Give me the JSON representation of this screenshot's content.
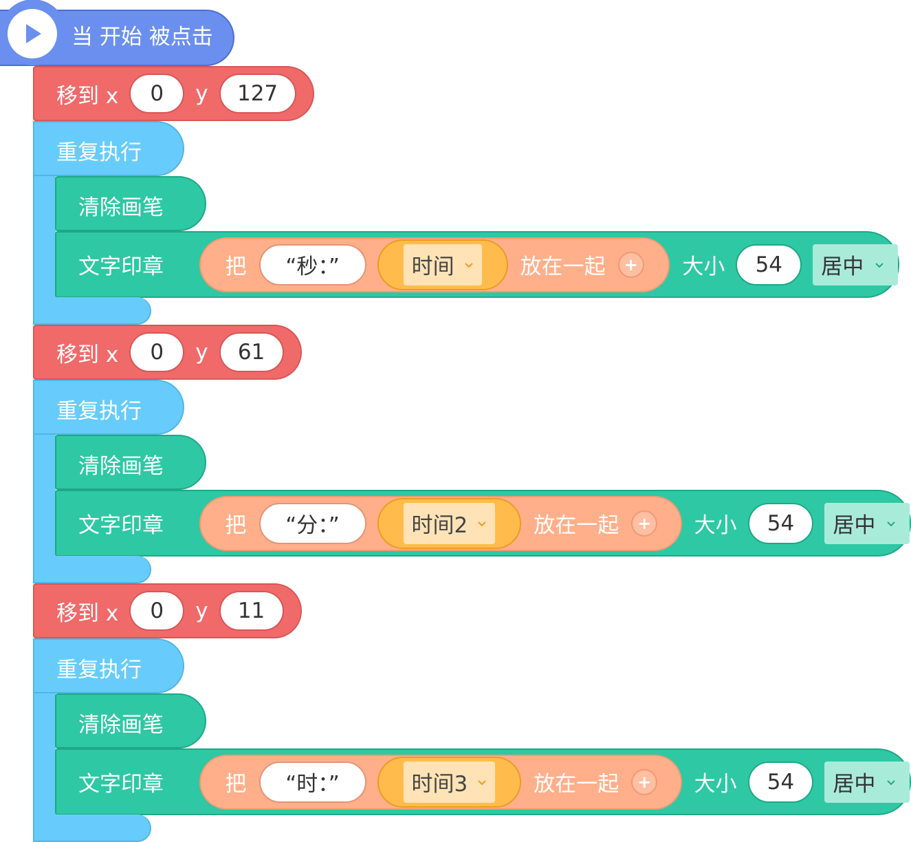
{
  "hat": {
    "label": "当 开始 被点击"
  },
  "sections": [
    {
      "move": {
        "label": "移到 x",
        "x": "0",
        "y_label": "y",
        "y": "127"
      },
      "loop": {
        "label": "重复执行"
      },
      "clear": {
        "label": "清除画笔"
      },
      "stamp": {
        "label": "文字印章",
        "join_prefix": "把",
        "string": "“秒：”",
        "variable": "时间",
        "join_suffix": "放在一起",
        "plus": "+",
        "size_label": "大小",
        "size": "54",
        "align": "居中"
      }
    },
    {
      "move": {
        "label": "移到 x",
        "x": "0",
        "y_label": "y",
        "y": "61"
      },
      "loop": {
        "label": "重复执行"
      },
      "clear": {
        "label": "清除画笔"
      },
      "stamp": {
        "label": "文字印章",
        "join_prefix": "把",
        "string": "“分：”",
        "variable": "时间2",
        "join_suffix": "放在一起",
        "plus": "+",
        "size_label": "大小",
        "size": "54",
        "align": "居中"
      }
    },
    {
      "move": {
        "label": "移到 x",
        "x": "0",
        "y_label": "y",
        "y": "11"
      },
      "loop": {
        "label": "重复执行"
      },
      "clear": {
        "label": "清除画笔"
      },
      "stamp": {
        "label": "文字印章",
        "join_prefix": "把",
        "string": "“时：”",
        "variable": "时间3",
        "join_suffix": "放在一起",
        "plus": "+",
        "size_label": "大小",
        "size": "54",
        "align": "居中"
      }
    }
  ]
}
